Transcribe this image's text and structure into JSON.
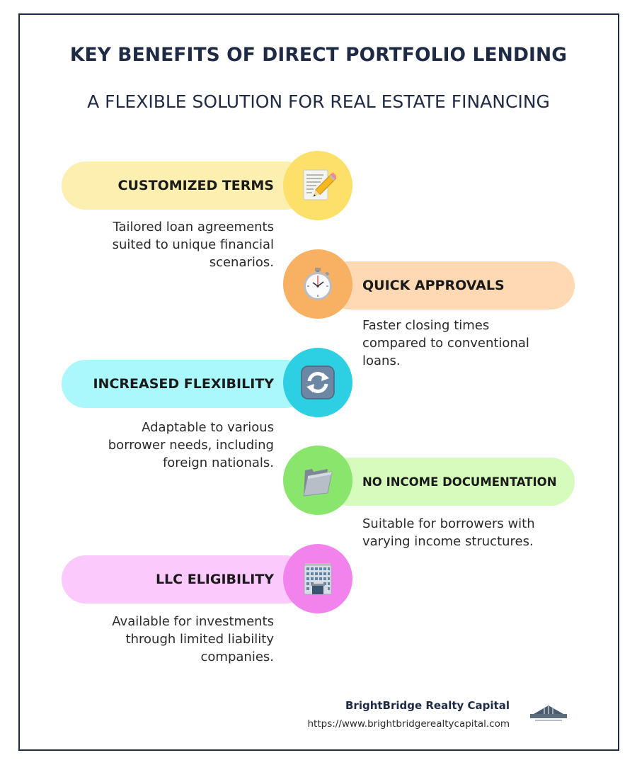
{
  "header": {
    "title": "KEY BENEFITS OF DIRECT PORTFOLIO LENDING",
    "subtitle": "A FLEXIBLE SOLUTION FOR REAL ESTATE FINANCING"
  },
  "benefits": [
    {
      "label": "CUSTOMIZED TERMS",
      "description": [
        "Tailored loan agreements",
        "suited to unique financial",
        "scenarios."
      ],
      "icon": "memo-pencil-icon",
      "side": "left",
      "pill_color": "#fdefb0",
      "circle_color": "#fde069"
    },
    {
      "label": "QUICK APPROVALS",
      "description": [
        "Faster closing times",
        "compared to conventional",
        "loans."
      ],
      "icon": "stopwatch-icon",
      "side": "right",
      "pill_color": "#fed9b3",
      "circle_color": "#f8b062"
    },
    {
      "label": "INCREASED FLEXIBILITY",
      "description": [
        "Adaptable to various",
        "borrower needs, including",
        "foreign nationals."
      ],
      "icon": "refresh-arrows-icon",
      "side": "left",
      "pill_color": "#abf8fc",
      "circle_color": "#2dcfe2"
    },
    {
      "label": "NO INCOME DOCUMENTATION",
      "description": [
        "Suitable for borrowers with",
        "varying income structures."
      ],
      "icon": "folder-icon",
      "side": "right",
      "pill_color": "#d5fcbc",
      "circle_color": "#8ae56c"
    },
    {
      "label": "LLC ELIGIBILITY",
      "description": [
        "Available for investments",
        "through limited liability",
        "companies."
      ],
      "icon": "office-building-icon",
      "side": "left",
      "pill_color": "#fcc9fc",
      "circle_color": "#f383ec"
    }
  ],
  "footer": {
    "company": "BrightBridge Realty Capital",
    "url": "https://www.brightbridgerealtycapital.com",
    "logo_icon": "brightbridge-logo-icon"
  },
  "colors": {
    "frame": "#1f2a44",
    "title": "#1f2a44"
  }
}
